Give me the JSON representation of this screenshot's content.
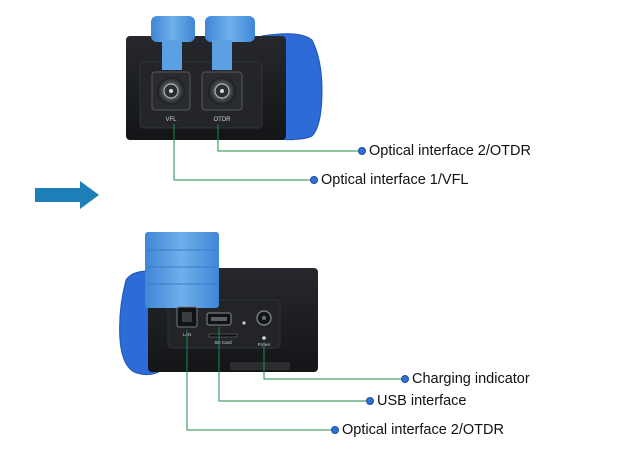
{
  "colors": {
    "device_body": "#1c1e22",
    "bumper_blue": "#2c6bd8",
    "cap_blue": "#4d93dd",
    "leader_line": "#1f8a4a",
    "dot_blue": "#2f6fd6",
    "arrow": "#1e7fb8"
  },
  "top_device": {
    "port_labels": [
      "VFL",
      "OTDR"
    ],
    "callouts": [
      {
        "id": "otdr",
        "text": "Optical interface 2/OTDR"
      },
      {
        "id": "vfl",
        "text": "Optical interface 1/VFL"
      }
    ]
  },
  "arrow": {
    "icon": "right-arrow-icon",
    "direction": "right"
  },
  "bottom_device": {
    "port_labels": [
      "LAN",
      "SD Card",
      "Power"
    ],
    "callouts": [
      {
        "id": "charging",
        "text": "Charging indicator"
      },
      {
        "id": "usb",
        "text": "USB interface"
      },
      {
        "id": "lan",
        "text": "Optical interface 2/OTDR"
      }
    ]
  }
}
